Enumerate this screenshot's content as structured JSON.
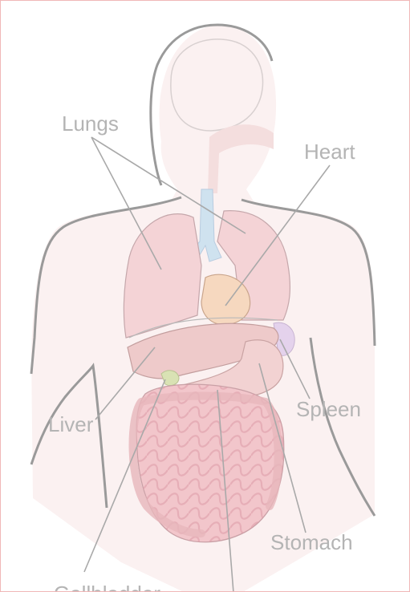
{
  "labels": {
    "lungs": "Lungs",
    "heart": "Heart",
    "liver": "Liver",
    "spleen": "Spleen",
    "stomach": "Stomach",
    "gallbladder": "Gallbladder"
  },
  "colors": {
    "label_text": "#b4b4b4",
    "leader_line": "#a9a9a9",
    "body_outline": "#9a9a9a",
    "skin_fill": "#fbf1f1",
    "lung_fill": "#f4d3d6",
    "heart_fill": "#f6d8bf",
    "liver_fill": "#eecaca",
    "stomach_fill": "#f2d2d2",
    "intestine_fill": "#f2c6cb",
    "spleen_fill": "#e4d2ec",
    "trachea_fill": "#cfe2ef",
    "frame_border": "#f0b8b8"
  }
}
